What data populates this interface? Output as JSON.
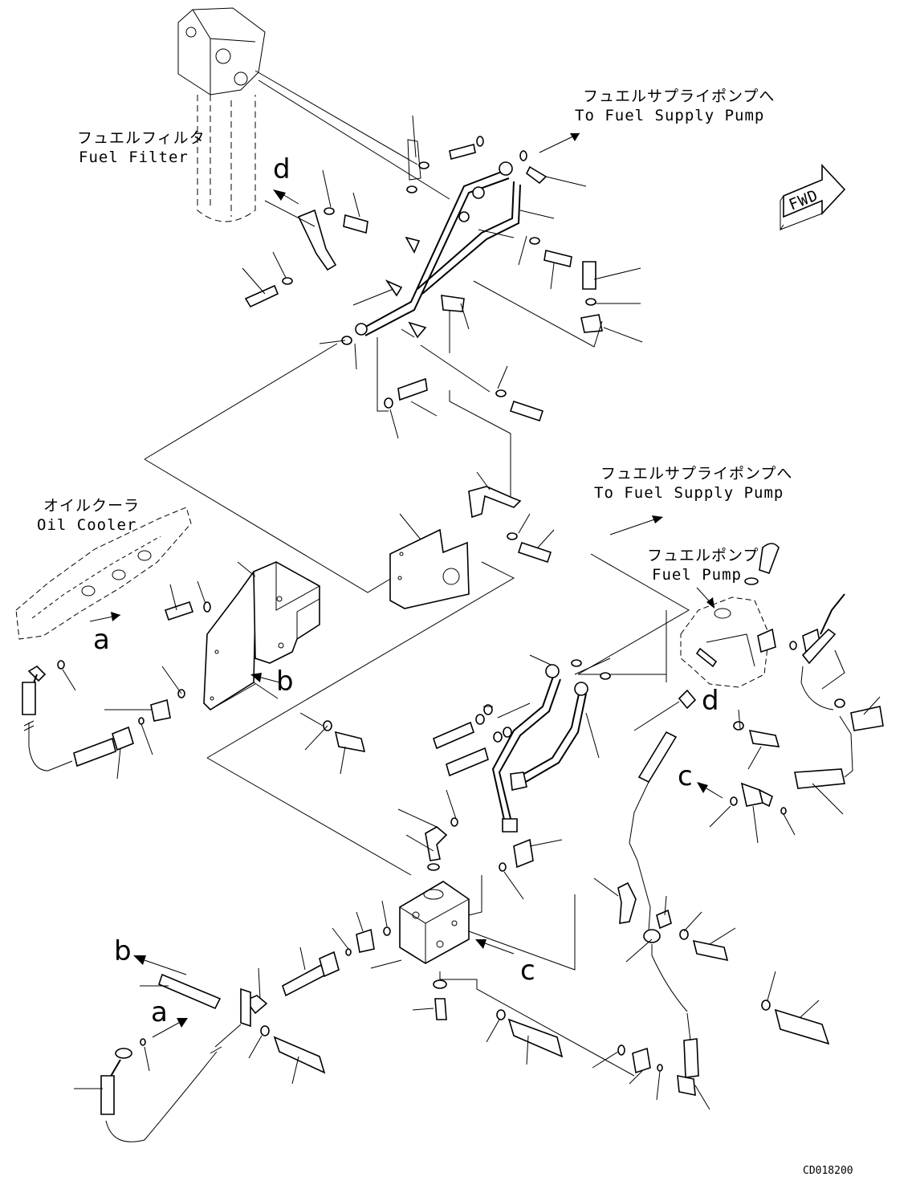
{
  "labels": {
    "fuel_filter_jp": "フュエルフィルタ",
    "fuel_filter_en": "Fuel Filter",
    "supply_pump_top_jp": "フュエルサプライポンプへ",
    "supply_pump_top_en": "To Fuel Supply Pump",
    "supply_pump_mid_jp": "フュエルサプライポンプへ",
    "supply_pump_mid_en": "To Fuel Supply Pump",
    "oil_cooler_jp": "オイルクーラ",
    "oil_cooler_en": "Oil Cooler",
    "fuel_pump_jp": "フュエルポンプ",
    "fuel_pump_en": "Fuel Pump",
    "fwd": "FWD",
    "drawing_code": "CD018200"
  },
  "markers": {
    "a": "a",
    "b": "b",
    "c": "c",
    "d": "d"
  }
}
